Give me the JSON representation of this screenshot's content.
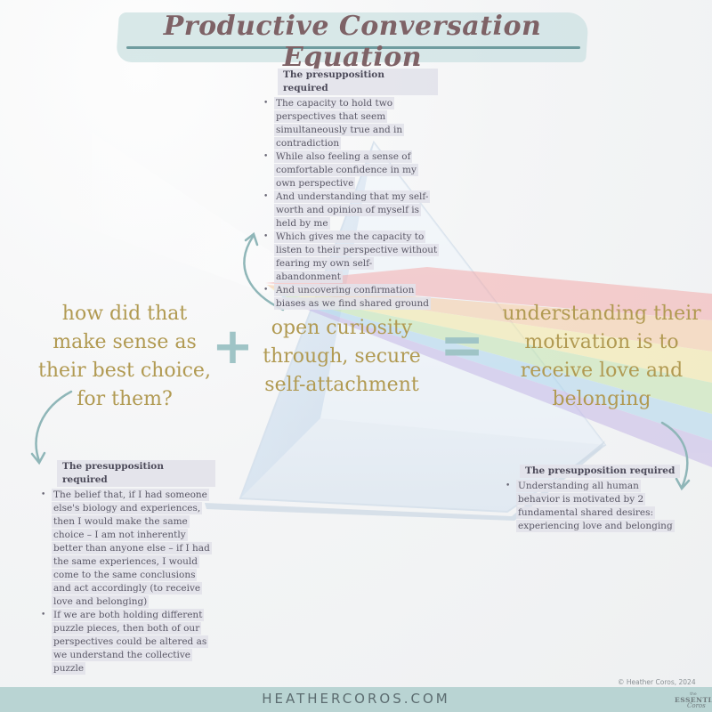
{
  "title": "Productive Conversation Equation",
  "blocks": {
    "top": {
      "heading": "The presupposition required",
      "items": [
        "The capacity to hold two perspectives that seem simultaneously true and in contradiction",
        "While also feeling a sense of comfortable confidence in my own perspective",
        "And understanding that my self-worth and opinion of myself is held by me",
        "Which gives me the capacity to listen to their perspective without fearing my own self-abandonment",
        "And uncovering confirmation biases as we find shared ground"
      ]
    },
    "left": {
      "heading": "The presupposition required",
      "items": [
        "The belief that, if I had someone else's biology and experiences, then I would make the same choice – I am not inherently better than anyone else – if I had the same experiences, I would come to the same conclusions and act accordingly (to receive love and belonging)",
        "If we are both holding different puzzle pieces, then both of our perspectives could be altered as we understand the collective puzzle"
      ]
    },
    "right": {
      "heading": "The presupposition required",
      "items": [
        "Understanding all human behavior is motivated by 2 fundamental shared desires: experiencing love and belonging"
      ]
    }
  },
  "equation": {
    "term1": "how did that make sense as their best choice, for them?",
    "operator1": "+",
    "term2": "open curiosity through, secure self-attachment",
    "operator2": "=",
    "result": "understanding their motivation is to receive love and belonging"
  },
  "footer": {
    "website": "HEATHERCOROS.COM",
    "copyright": "© Heather Coros, 2024",
    "logo_the": "the",
    "logo_essential": "ESSENTIAL",
    "logo_coros": "Coros"
  },
  "colors": {
    "title": "#7e6266",
    "equation_text": "#b19a52",
    "operators": "#9fc4c6",
    "footer_band": "#b9d4d3",
    "arrows": "#8fb6b8"
  }
}
